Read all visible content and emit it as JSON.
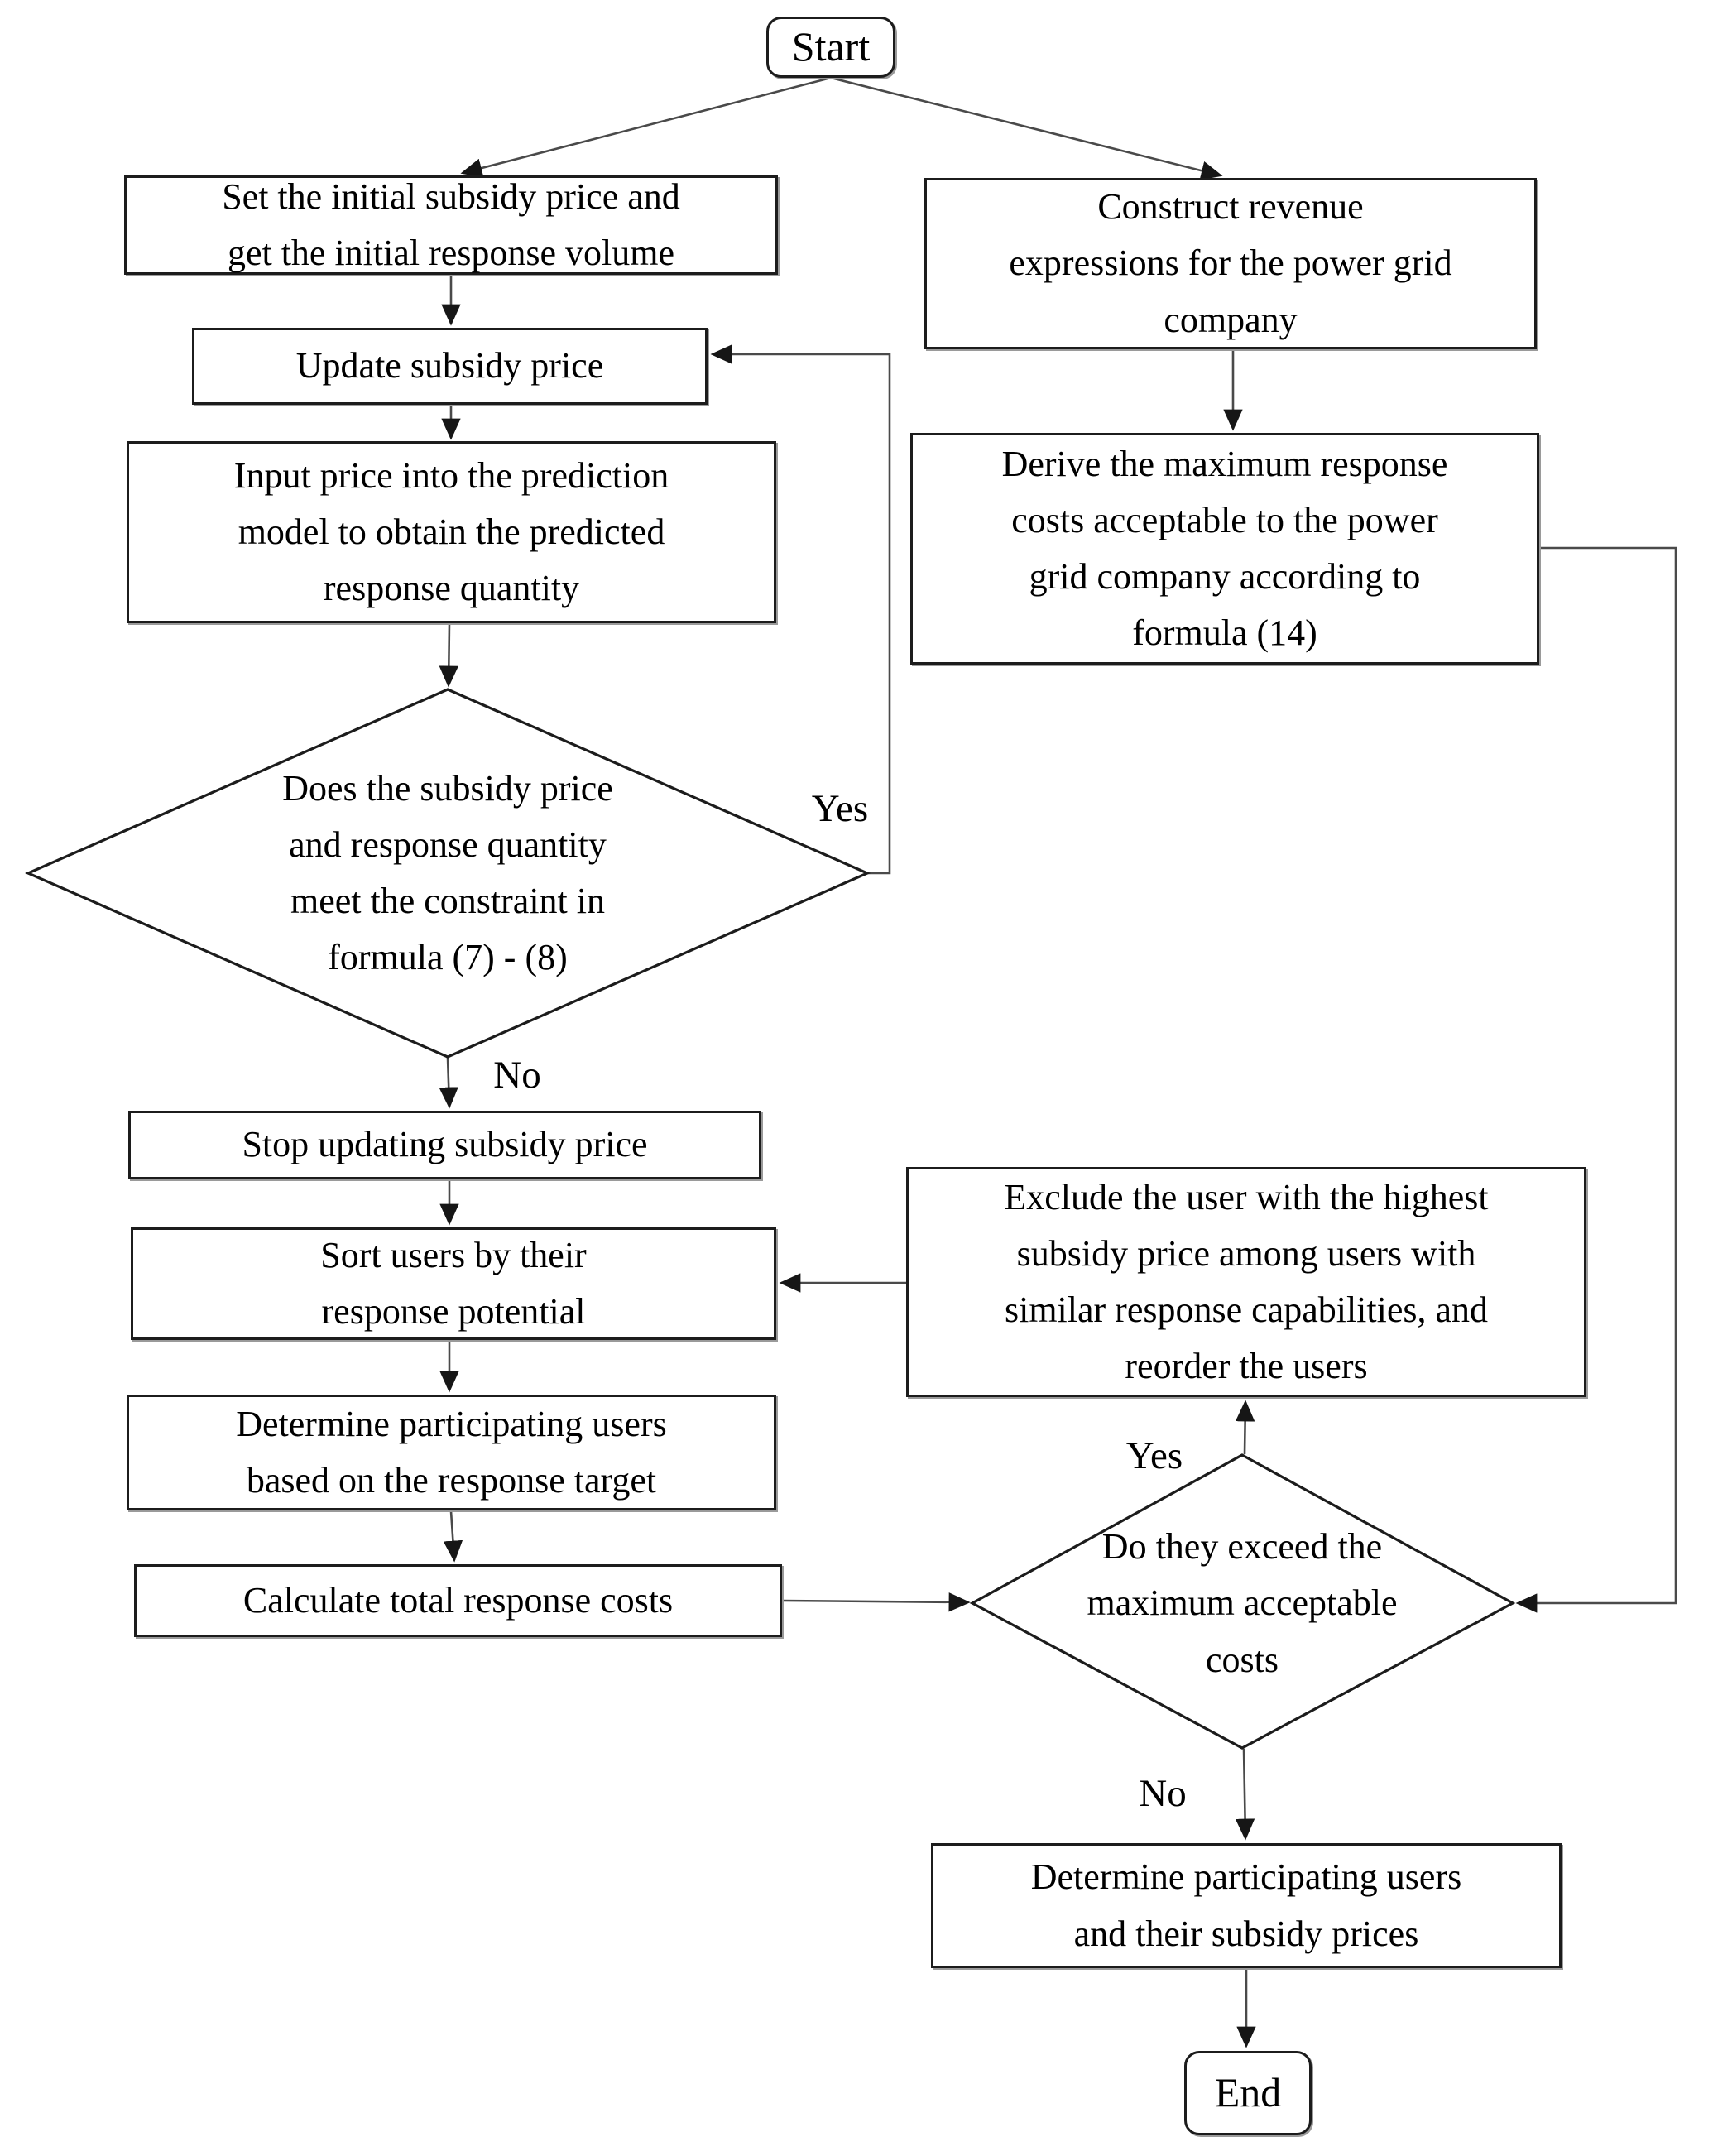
{
  "diagram": {
    "type": "flowchart",
    "colors": {
      "background": "#ffffff",
      "node_border": "#1c1c1c",
      "connector": "#4a4a4a",
      "text": "#000000"
    },
    "nodes": {
      "start": {
        "shape": "terminator",
        "label": "Start"
      },
      "set_initial": {
        "shape": "process",
        "label": "Set the initial subsidy price and\nget the initial response volume"
      },
      "construct_revenue": {
        "shape": "process",
        "label": "Construct revenue\nexpressions for the power grid\ncompany"
      },
      "update_price": {
        "shape": "process",
        "label": "Update subsidy price"
      },
      "input_price": {
        "shape": "process",
        "label": "Input price into the prediction\nmodel to obtain the predicted\nresponse quantity"
      },
      "derive_max": {
        "shape": "process",
        "label": "Derive the maximum response\ncosts acceptable to the power\ngrid company according to\nformula (14)"
      },
      "constraint_decision": {
        "shape": "decision",
        "label": "Does the subsidy price\nand response quantity\nmeet the constraint in\nformula (7) - (8)"
      },
      "stop_updating": {
        "shape": "process",
        "label": "Stop updating subsidy price"
      },
      "sort_users": {
        "shape": "process",
        "label": "Sort users by their\nresponse potential"
      },
      "exclude_user": {
        "shape": "process",
        "label": "Exclude the user with the highest\nsubsidy price among users with\nsimilar response capabilities, and\nreorder the users"
      },
      "determine_participating": {
        "shape": "process",
        "label": "Determine participating users\nbased on the response target"
      },
      "calc_costs": {
        "shape": "process",
        "label": "Calculate total response costs"
      },
      "exceed_decision": {
        "shape": "decision",
        "label": "Do they exceed the\nmaximum acceptable\ncosts"
      },
      "determine_final": {
        "shape": "process",
        "label": "Determine participating users\nand their subsidy prices"
      },
      "end": {
        "shape": "terminator",
        "label": "End"
      }
    },
    "edge_labels": {
      "constraint_yes": "Yes",
      "constraint_no": "No",
      "exceed_yes": "Yes",
      "exceed_no": "No"
    }
  }
}
